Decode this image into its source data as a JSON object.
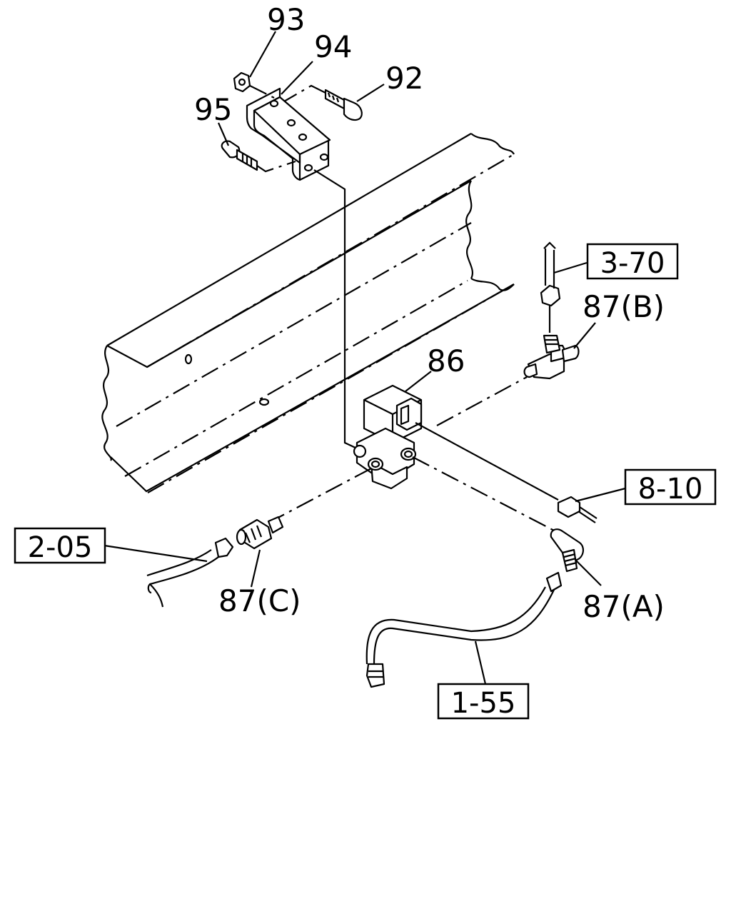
{
  "callouts": {
    "p93": "93",
    "p94": "94",
    "p92": "92",
    "p95": "95",
    "p86": "86",
    "p87b": "87(B)",
    "p87c": "87(C)",
    "p87a": "87(A)"
  },
  "refs": {
    "r370": "3-70",
    "r810": "8-10",
    "r205": "2-05",
    "r155": "1-55"
  }
}
